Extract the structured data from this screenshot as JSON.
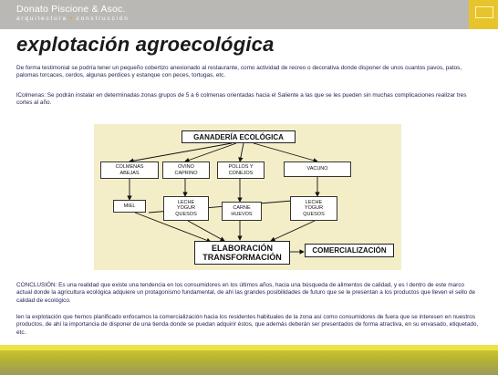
{
  "header": {
    "brand_name": "Donato Piscione & Asoc.",
    "tagline_left": "arquitectura",
    "tagline_plus": "+",
    "tagline_right": "construcción"
  },
  "title": "explotación agroecológica",
  "paragraphs": {
    "intro": "De forma testimonial se podría tener un pequeño cobertizo anexionado al restaurante, como actividad de recreo o decorativa donde disponer de unos cuantos pavos, patos, palomas torcaces, cerdos, algunas perdices y estanque con peces, tortugas, etc.",
    "colmenas": "lColmenas: Se podrán instalar en determinadas zonas grupos de 5 a 6 colmenas orientadas hacia el Saliente a las que se les pueden sin muchas complicaciones realizar tres cortes al año.",
    "conclusion": "CONCLUSIÓN: Es una realidad que existe una tendencia en los consumidores en los últimos años, hacia una búsqueda de alimentos de calidad, y es l      dentro de este marco actual donde la agricultura ecológica adquiere un protagonismo fundamental, de ahí las grandes posibilidades de futuro que se le presentan a los productos que lleven el sello de calidad de ecológico.",
    "explotacion": "len la explotación que hemos planificado enfocamos la comercialización hacia los residentes habituales de la zona así como consumidores de fuera que se interesen en nuestros productos, de ahí la importancia de disponer de una tienda donde se puedan adquirir éstos, que además deberán ser presentados de forma atractiva, en su envasado, etiquetado, etc."
  },
  "diagram": {
    "root": "GANADERÍA ECOLÓGICA",
    "branches": [
      "COLMENAS\nABEJAS",
      "OVINO\nCAPRINO",
      "POLLOS Y\nCONEJOS",
      "VACUNO"
    ],
    "products": [
      "MIEL",
      "LECHE\nYOGUR\nQUESOS",
      "CARNE\nHUEVOS",
      "LECHE\nYOGUR\nQUESOS"
    ],
    "process": "ELABORACIÓN\nTRANSFORMACIÓN",
    "output": "COMERCIALIZACIÓN"
  },
  "colors": {
    "header": "#b9b8b4",
    "accent": "#e8c42c",
    "diagram_bg": "#f3eec8",
    "text": "#1e1e55"
  }
}
